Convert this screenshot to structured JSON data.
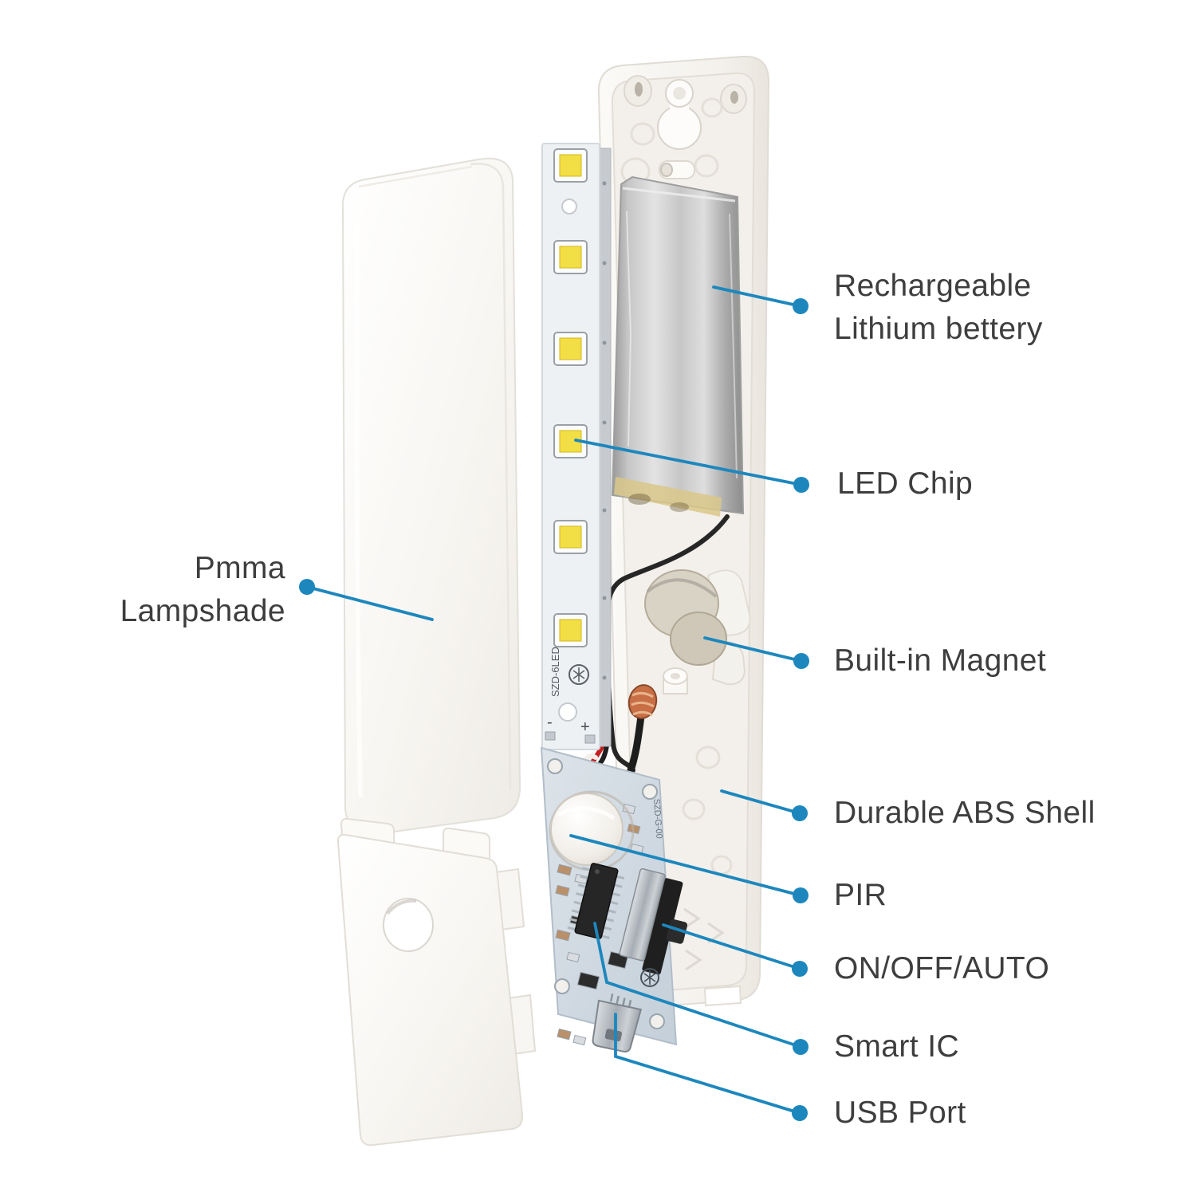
{
  "colors": {
    "accent": "#1d87bd",
    "label_text": "#3e3e3e",
    "led_yellow": "#f2de45",
    "pcb_blue": "#d2dce4",
    "battery_silver": "#c9c9c9",
    "shell_white": "#f7f5f1"
  },
  "labels": {
    "lampshade": {
      "line1": "Pmma",
      "line2": "Lampshade"
    },
    "battery": {
      "line1": "Rechargeable",
      "line2": "Lithium bettery"
    },
    "led_chip": {
      "text": "LED Chip"
    },
    "magnet": {
      "text": "Built-in Magnet"
    },
    "shell": {
      "text": "Durable ABS Shell"
    },
    "pir": {
      "text": "PIR"
    },
    "mode_switch": {
      "text": "ON/OFF/AUTO"
    },
    "smart_ic": {
      "text": "Smart IC"
    },
    "usb": {
      "text": "USB Port"
    }
  },
  "pcb_markings": {
    "led_strip": "SZD-6LED",
    "driver_board": "SZD-G-00",
    "polarity_minus": "-",
    "polarity_plus": "+"
  }
}
